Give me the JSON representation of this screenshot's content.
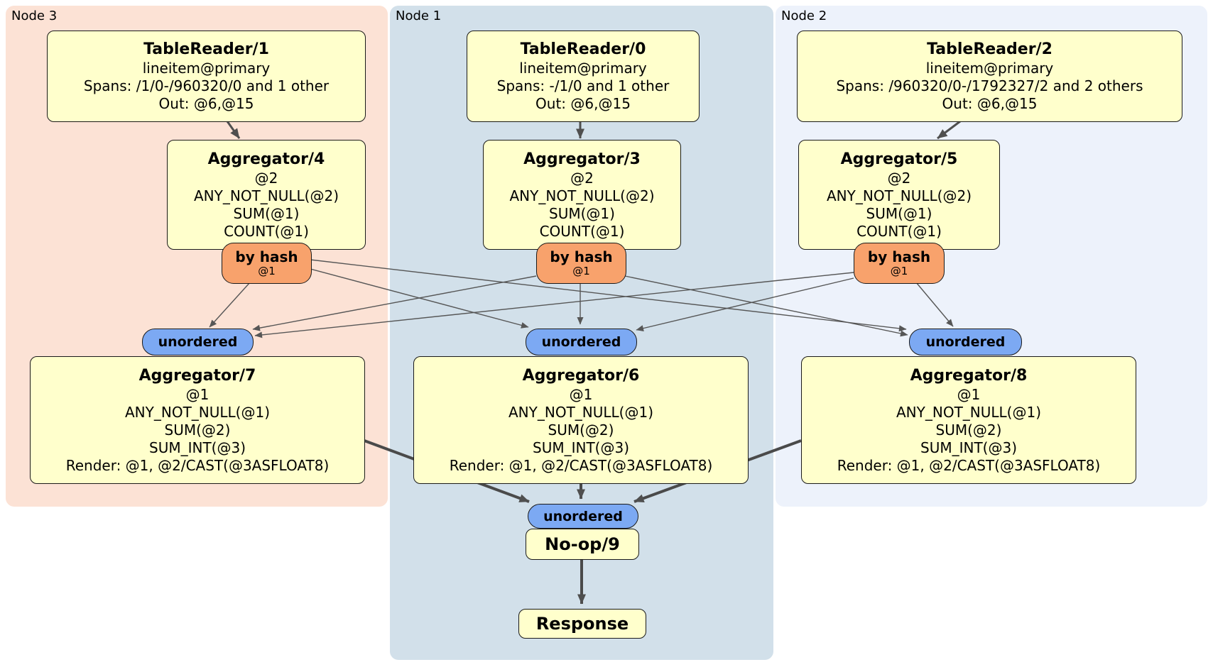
{
  "colors": {
    "panel_node3": "#fce2d5",
    "panel_node1": "#d2e0ea",
    "panel_node2": "#edf2fb",
    "processor_fill": "#ffffcc",
    "router_fill": "#f8a26c",
    "stream_fill": "#7ca9f3",
    "edge": "#4f4f4f"
  },
  "panels": {
    "node3": {
      "label": "Node 3"
    },
    "node1": {
      "label": "Node 1"
    },
    "node2": {
      "label": "Node 2"
    }
  },
  "processors": {
    "tr1": {
      "title": "TableReader/1",
      "details": [
        "lineitem@primary",
        "Spans: /1/0-/960320/0 and 1 other",
        "Out: @6,@15"
      ]
    },
    "tr0": {
      "title": "TableReader/0",
      "details": [
        "lineitem@primary",
        "Spans: -/1/0 and 1 other",
        "Out: @6,@15"
      ]
    },
    "tr2": {
      "title": "TableReader/2",
      "details": [
        "lineitem@primary",
        "Spans: /960320/0-/1792327/2 and 2 others",
        "Out: @6,@15"
      ]
    },
    "agg4": {
      "title": "Aggregator/4",
      "details": [
        "@2",
        "ANY_NOT_NULL(@2)",
        "SUM(@1)",
        "COUNT(@1)"
      ]
    },
    "agg3": {
      "title": "Aggregator/3",
      "details": [
        "@2",
        "ANY_NOT_NULL(@2)",
        "SUM(@1)",
        "COUNT(@1)"
      ]
    },
    "agg5": {
      "title": "Aggregator/5",
      "details": [
        "@2",
        "ANY_NOT_NULL(@2)",
        "SUM(@1)",
        "COUNT(@1)"
      ]
    },
    "agg7": {
      "title": "Aggregator/7",
      "details": [
        "@1",
        "ANY_NOT_NULL(@1)",
        "SUM(@2)",
        "SUM_INT(@3)",
        "Render: @1, @2/CAST(@3ASFLOAT8)"
      ]
    },
    "agg6": {
      "title": "Aggregator/6",
      "details": [
        "@1",
        "ANY_NOT_NULL(@1)",
        "SUM(@2)",
        "SUM_INT(@3)",
        "Render: @1, @2/CAST(@3ASFLOAT8)"
      ]
    },
    "agg8": {
      "title": "Aggregator/8",
      "details": [
        "@1",
        "ANY_NOT_NULL(@1)",
        "SUM(@2)",
        "SUM_INT(@3)",
        "Render: @1, @2/CAST(@3ASFLOAT8)"
      ]
    },
    "noop": {
      "title": "No-op/9"
    },
    "response": {
      "title": "Response"
    }
  },
  "router": {
    "label": "by hash",
    "key": "@1"
  },
  "stream": {
    "unordered": "unordered"
  }
}
